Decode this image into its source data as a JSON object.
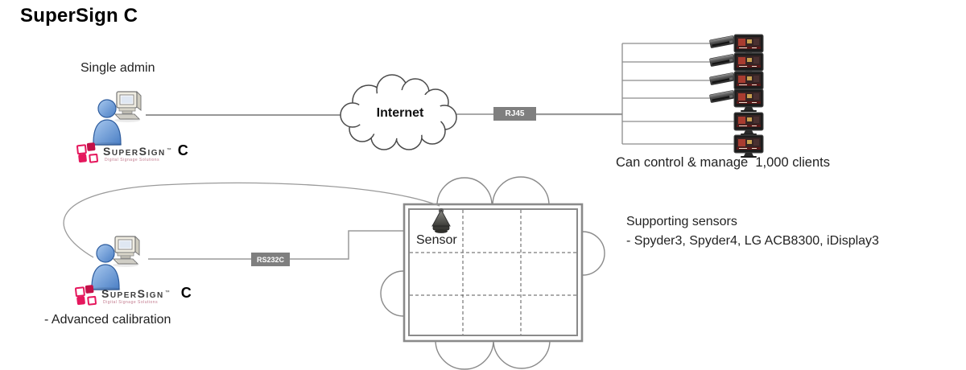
{
  "title": "SuperSign C",
  "labels": {
    "single_admin": "Single admin",
    "internet": "Internet",
    "rj45": "RJ45",
    "rs232c": "RS232C",
    "can_control": "Can control & manage  1,000 clients",
    "sensor": "Sensor",
    "supporting_line1": "Supporting sensors",
    "supporting_line2": "- Spyder3, Spyder4, LG ACB8300, iDisplay3",
    "advanced_calibration": "- Advanced calibration"
  },
  "logo": {
    "brand": "SuperSign",
    "tm": "™",
    "product": "C",
    "tagline": "Digital Signage Solutions"
  },
  "clients": {
    "monitor_count": 6,
    "media_player_count": 4
  },
  "colors": {
    "accent_pink": "#E5175D",
    "accent_crimson": "#C21048",
    "connector_box_gray": "#7F7F7F",
    "line_gray": "#8C8C8C",
    "cloud_outline": "#4A4A4A"
  }
}
